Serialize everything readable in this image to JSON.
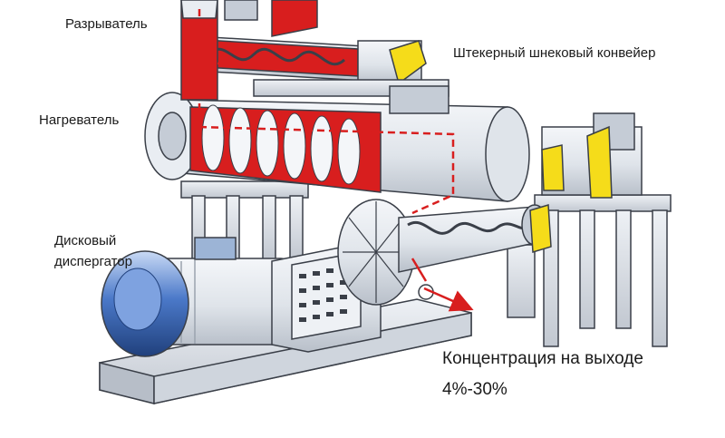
{
  "labels": {
    "breaker": "Разрыватель",
    "heater": "Нагреватель",
    "plug_screw_conveyor": "Штекерный шнековый конвейер",
    "disc_disperser_line1": "Дисковый",
    "disc_disperser_line2": "диспергатор",
    "output_concentration_line1": "Концентрация на выходе",
    "output_concentration_line2": "4%-30%"
  },
  "colors": {
    "flow_red": "#d81e1e",
    "accent_yellow": "#f5dc1a",
    "motor_blue": "#4b79c9",
    "machine_gray": "#dfe4ea",
    "outline": "#3a3f48"
  }
}
